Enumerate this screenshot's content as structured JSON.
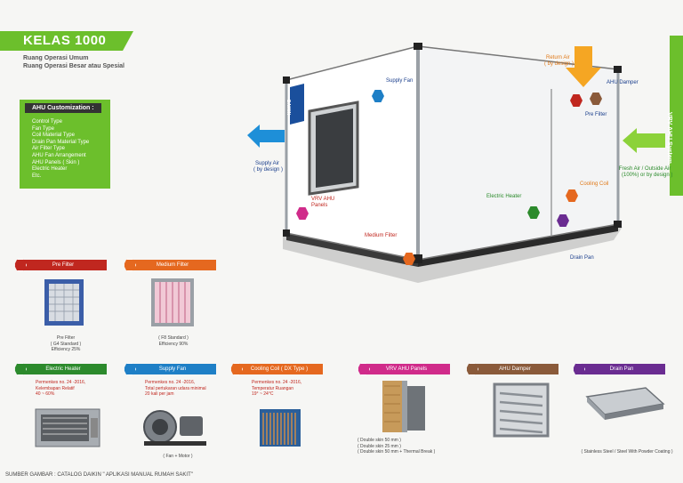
{
  "header": {
    "title": "KELAS 1000",
    "subtitle1": "Ruang Operasi Umum",
    "subtitle2": "Ruang Operasi Besar atau Spesial"
  },
  "customization": {
    "heading": "AHU Customization :",
    "items": [
      "Control Type",
      "Fan Type",
      "Coil Material Type",
      "Drain Pan Material Type",
      "Air Filter Type",
      "AHU Fan Arrangement",
      "AHU Panels ( Skin )",
      "Electric Heater",
      "Etc."
    ]
  },
  "side_tab": "VRV AHU System",
  "brand": "DAIKIN",
  "callouts": {
    "supply_fan": "Supply Fan",
    "return_air": "Return Air",
    "return_air_sub": "( by design )",
    "ahu_damper": "AHU Damper",
    "pre_filter": "Pre Filter",
    "supply_air": "Supply Air",
    "supply_air_sub": "( by design )",
    "fresh_air": "Fresh Air / Outside Air",
    "fresh_air_sub": "(100%) or by design )",
    "cooling_coil": "Cooling Coil",
    "electric_heater": "Electric Heater",
    "vrv_panels_1": "VRV AHU",
    "vrv_panels_2": "Panels",
    "medium_filter": "Medium Filter",
    "drain_pan": "Drain Pan"
  },
  "products": {
    "pre_filter": {
      "label": "Pre Filter",
      "notes": [
        "Pre Filter",
        "( G4 Standard )",
        "Efficiency 25%"
      ]
    },
    "medium_filter": {
      "label": "Medium Filter",
      "notes": [
        "( F8 Standard )",
        "Efficiency 90%"
      ]
    },
    "electric_heater": {
      "label": "Electric Heater",
      "notes": [
        "Permenkes no. 24 -2016,",
        "Kelembapan Relatif",
        "40 ~ 60%"
      ]
    },
    "supply_fan": {
      "label": "Supply Fan",
      "notes": [
        "Permenkes no. 24 -2016,",
        "Total pertukaran udara minimal",
        "20 kali per jam"
      ],
      "caption": "( Fan + Motor )"
    },
    "cooling_coil": {
      "label": "Cooling Coil ( DX Type )",
      "notes": [
        "Permenkes no. 24 -2016,",
        "Temperatur Ruangan",
        "19° ~ 24°C"
      ]
    },
    "vrv_panels": {
      "label": "VRV AHU Panels",
      "notes": [
        "( Double skin 50 mm )",
        "( Double skin 25 mm )",
        "( Double skin 50 mm + Thermal Break )"
      ]
    },
    "ahu_damper": {
      "label": "AHU Damper"
    },
    "drain_pan": {
      "label": "Drain Pan",
      "caption": "( Stainless Steel / Steel With Powder Coating )"
    }
  },
  "footer": "SUMBER GAMBAR : CATALOG DAIKIN \" APLIKASI MANUAL RUMAH SAKIT\"",
  "colors": {
    "green": "#6cbf2c",
    "red": "#c0271f",
    "orange": "#e5681f",
    "blue": "#1e7fc6",
    "purple": "#6a2c91",
    "magenta": "#d02b8a",
    "brown": "#8a5a3a"
  }
}
